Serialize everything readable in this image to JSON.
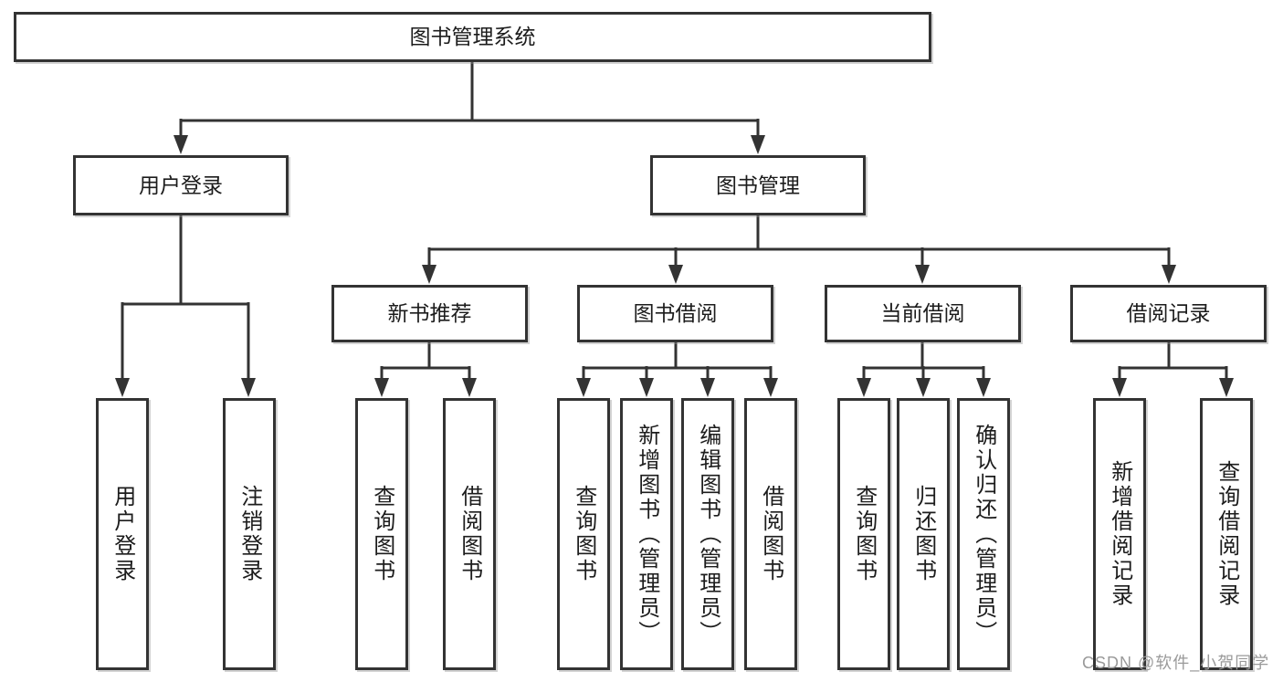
{
  "diagram": {
    "type": "hierarchy-tree",
    "root": {
      "label": "图书管理系统"
    },
    "level2": [
      {
        "label": "用户登录"
      },
      {
        "label": "图书管理"
      }
    ],
    "level3": [
      {
        "label": "新书推荐"
      },
      {
        "label": "图书借阅"
      },
      {
        "label": "当前借阅"
      },
      {
        "label": "借阅记录"
      }
    ],
    "groups": [
      {
        "parent": "用户登录",
        "children": [
          {
            "label": "用户登录"
          },
          {
            "label": "注销登录"
          }
        ]
      },
      {
        "parent": "新书推荐",
        "children": [
          {
            "label": "查询图书"
          },
          {
            "label": "借阅图书"
          }
        ]
      },
      {
        "parent": "图书借阅",
        "children": [
          {
            "label": "查询图书"
          },
          {
            "label": "新增图书（管理员）"
          },
          {
            "label": "编辑图书（管理员）"
          },
          {
            "label": "借阅图书"
          }
        ]
      },
      {
        "parent": "当前借阅",
        "children": [
          {
            "label": "查询图书"
          },
          {
            "label": "归还图书"
          },
          {
            "label": "确认归还（管理员）"
          }
        ]
      },
      {
        "parent": "借阅记录",
        "children": [
          {
            "label": "新增借阅记录"
          },
          {
            "label": "查询借阅记录"
          }
        ]
      }
    ],
    "colors": {
      "line": "#333333",
      "box_border": "#333333",
      "box_fill": "#ffffff",
      "text": "#1c1c1c",
      "background": "#ffffff"
    }
  },
  "watermark": {
    "text": "CSDN @软件_小贺同学",
    "color": "#9a9a9a"
  }
}
